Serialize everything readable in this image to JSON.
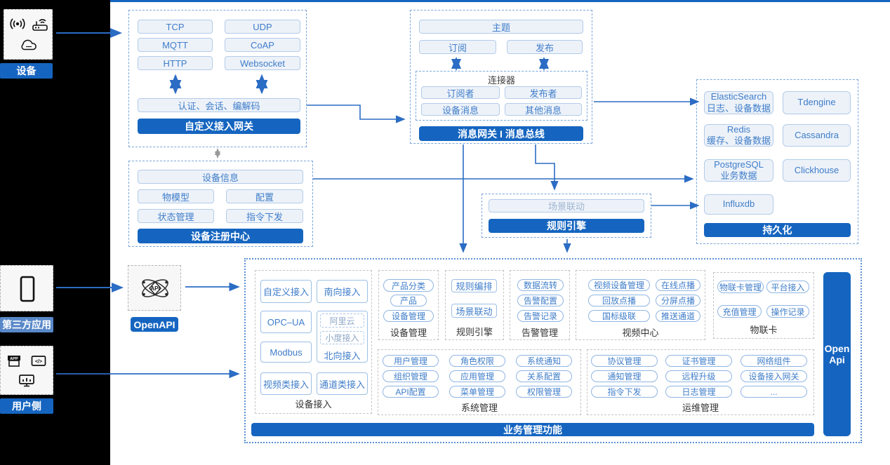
{
  "accent": "#1565c0",
  "left_panel": {
    "device": {
      "label": "设备",
      "icons": [
        "broadcast-icon",
        "router-icon",
        "cloud-icon"
      ]
    },
    "third_party": {
      "label": "第三方应用",
      "icons": [
        "phone-icon"
      ]
    },
    "user_side": {
      "label": "用户侧",
      "icons": [
        "app-icon",
        "code-icon",
        "monitor-chart-icon"
      ]
    }
  },
  "openapi": {
    "label": "OpenAPI",
    "icon": "api-network-icon"
  },
  "custom_gateway": {
    "protocols": [
      "TCP",
      "UDP",
      "MQTT",
      "CoAP",
      "HTTP",
      "Websocket"
    ],
    "middleware": "认证、会话、编解码",
    "title": "自定义接入网关"
  },
  "device_registry": {
    "info": "设备信息",
    "items": [
      "物模型",
      "配置",
      "状态管理",
      "指令下发"
    ],
    "title": "设备注册中心"
  },
  "message_bus": {
    "topic": "主题",
    "subscribe": "订阅",
    "publish": "发布",
    "connector": {
      "title": "连接器",
      "items": [
        "订阅者",
        "发布者",
        "设备消息",
        "其他消息"
      ]
    },
    "title": "消息网关 I 消息总线"
  },
  "persistence": {
    "items": [
      {
        "name": "ElasticSearch",
        "desc": "日志、设备数据"
      },
      {
        "name": "Tdengine",
        "desc": ""
      },
      {
        "name": "Redis",
        "desc": "缓存、设备数据"
      },
      {
        "name": "Cassandra",
        "desc": ""
      },
      {
        "name": "PostgreSQL",
        "desc": "业务数据"
      },
      {
        "name": "Clickhouse",
        "desc": ""
      },
      {
        "name": "Influxdb",
        "desc": ""
      }
    ],
    "title": "持久化"
  },
  "rule_engine_block": {
    "scene_linkage": "场景联动",
    "title": "规则引擎"
  },
  "business_platform": {
    "device_access": {
      "items_left": [
        "自定义接入",
        "OPC–UA",
        "Modbus",
        "视频类接入"
      ],
      "south": "南向接入",
      "north_group": {
        "items": [
          "阿里云",
          "小度接入"
        ],
        "label": "北向接入"
      },
      "channel": "通道类接入",
      "label": "设备接入"
    },
    "device_mgmt": {
      "items": [
        "产品分类",
        "产品",
        "设备管理"
      ],
      "label": "设备管理"
    },
    "rule_engine": {
      "items": [
        "规则编排",
        "场景联动"
      ],
      "label": "规则引擎"
    },
    "alarm_mgmt": {
      "items": [
        "数据流转",
        "告警配置",
        "告警记录"
      ],
      "label": "告警管理"
    },
    "video_center": {
      "items": [
        "视频设备管理",
        "在线点播",
        "回放点播",
        "分屏点播",
        "国标级联",
        "推送通道"
      ],
      "label": "视频中心"
    },
    "iot_card": {
      "items": [
        "物联卡管理",
        "平台接入",
        "充值管理",
        "操作记录"
      ],
      "label": "物联卡"
    },
    "system_mgmt": {
      "items": [
        "用户管理",
        "角色权限",
        "系统通知",
        "组织管理",
        "应用管理",
        "关系配置",
        "API配置",
        "菜单管理",
        "权限管理"
      ],
      "label": "系统管理"
    },
    "ops_mgmt": {
      "items": [
        "协议管理",
        "证书管理",
        "网络组件",
        "通知管理",
        "远程升级",
        "设备接入网关",
        "指令下发",
        "日志管理",
        "..."
      ],
      "label": "运维管理"
    },
    "footer": "业务管理功能",
    "open_api": "Open Api"
  }
}
